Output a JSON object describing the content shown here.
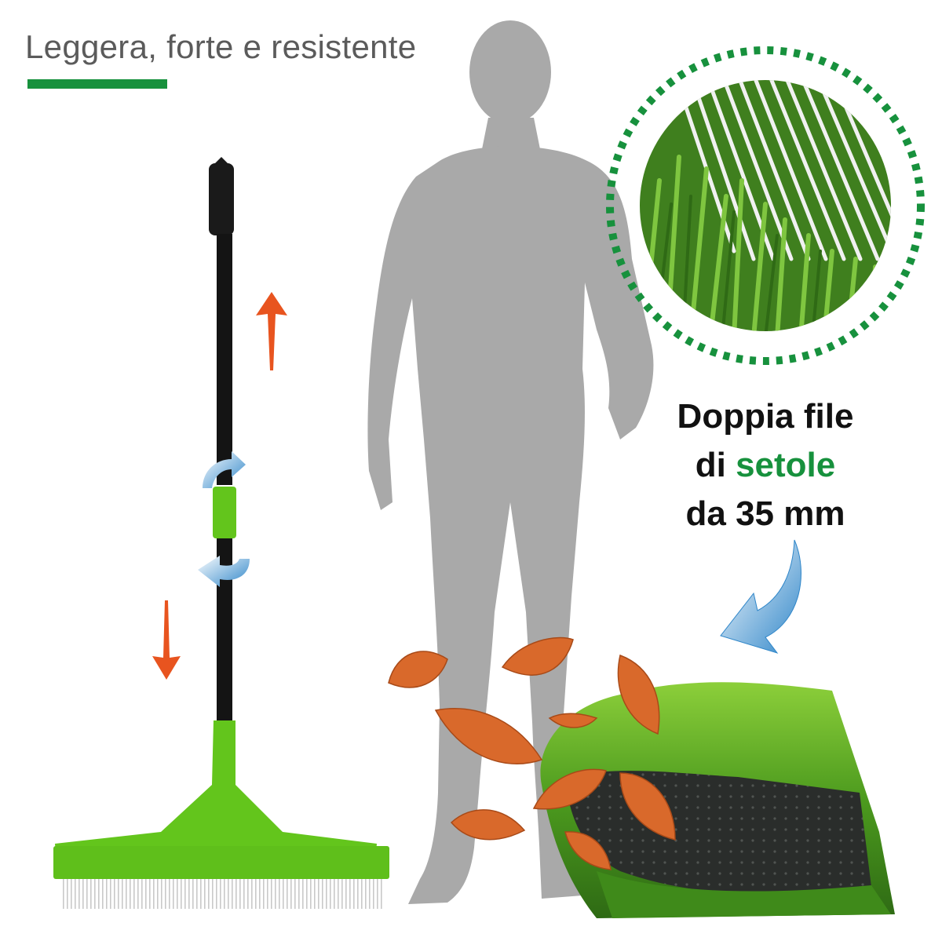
{
  "headline": "Leggera, forte e resistente",
  "callout": {
    "line1": "Doppia file",
    "line2_prefix": "di ",
    "line2_accent": "setole",
    "line3": "da 35 mm"
  },
  "colors": {
    "accent_green": "#17913d",
    "broom_green": "#63c51c",
    "silhouette_gray": "#a9a9a9",
    "arrow_orange": "#e8541f",
    "arrow_blue": "#2f86c9",
    "leaf_orange": "#d9692b"
  },
  "icons": [
    "broom",
    "person-silhouette",
    "up-arrow-icon",
    "down-arrow-icon",
    "rotate-arrow-icon",
    "curved-arrow-icon",
    "bristles-closeup",
    "artificial-turf",
    "leaf-icon"
  ]
}
